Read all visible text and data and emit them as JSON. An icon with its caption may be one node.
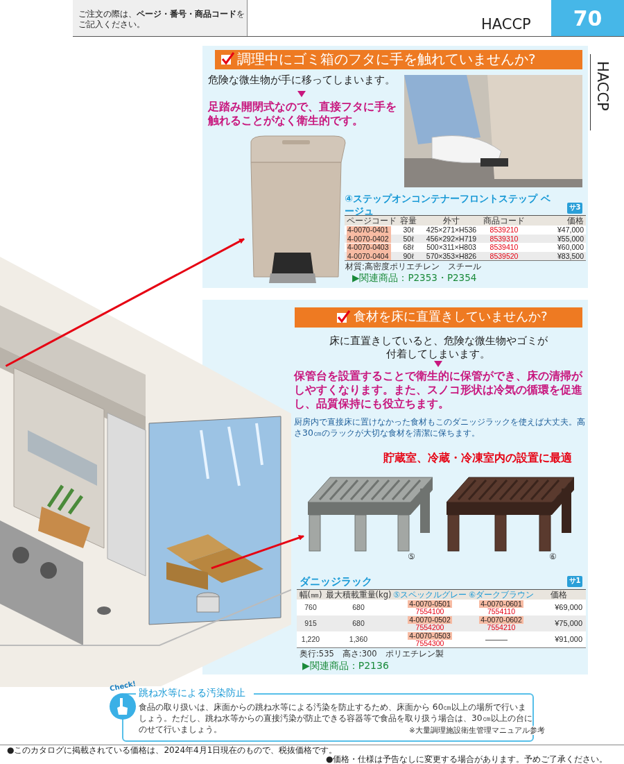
{
  "diagram": {
    "nodes": [
      {
        "text": [
          "調理中にゴミ箱のフタに手を触れていませんか?",
          "危険な微生物が手に移ってしまいます。",
          "足踏み開閉式なので、直接フタに手を触れることがなく衛生的です。"
        ]
      },
      {
        "text": [],
        "shape": "picture",
        "in": 0
      },
      {
        "text": [
          "食材を床に直置きしていませんか?",
          "床に直置きしていると、危険な微生物やゴミが付着してしまいます。",
          "保管台を設置することで衛生的に保管ができ、床の清掃がしやすくなります。また、スノコ形状は冷気の循環を促進し、品質保持にも役立ちます。",
          "厨房内で直接床に置けなかった食材もこのダニッジラックを使えば大丈夫。高さ30㎝のラックが大切な食材を清潔に保ちます。",
          "貯蔵室、冷蔵・冷凍室内の設置に最適"
        ]
      },
      {
        "text": [],
        "shape": "picture",
        "in": 2,
        "beside": [
          "⑤"
        ]
      },
      {
        "text": [],
        "shape": "picture",
        "in": 2,
        "beside": [
          "⑥"
        ]
      },
      {
        "text": [],
        "shape": "picture"
      }
    ],
    "edges": [
      {
        "from": 5,
        "to": 1,
        "arrow": "to"
      },
      {
        "from": 5,
        "to": 3,
        "arrow": "to"
      }
    ],
    "labels": [
      "ご注文の際は、**ページ・番号・商品コード**をご記入ください。",
      "HACCP",
      "70",
      "HACCP",
      "④ステップオンコンテナーフロントステップ ベージュ",
      "サ3",
      "ページコード",
      "容量",
      "外寸",
      "商品コード",
      "価格",
      "4-0070-0401",
      "30ℓ",
      "425×271×H536",
      "8539210",
      "¥47,000",
      "4-0070-0402",
      "50ℓ",
      "456×292×H719",
      "8539310",
      "¥55,000",
      "4-0070-0403",
      "68ℓ",
      "500×311×H803",
      "8539410",
      "¥60,000",
      "4-0070-0404",
      "90ℓ",
      "570×353×H826",
      "8539520",
      "¥83,500",
      "材質:高密度ポリエチレン　スチール",
      "▶関連商品：P2353・P2354",
      "ダニッジラック",
      "サ1",
      "幅(㎜)",
      "最大積載重量(kg)",
      "⑤スペックルグレー",
      "⑥ダークブラウン",
      "価格",
      "760",
      "680",
      "4-0070-0501",
      "7554100",
      "4-0070-0601",
      "7554110",
      "¥69,000",
      "915",
      "680",
      "4-0070-0502",
      "7554200",
      "4-0070-0602",
      "7554210",
      "¥75,000",
      "1,220",
      "1,360",
      "4-0070-0503",
      "7554300",
      "¥91,000",
      "奥行:535　高さ:300　ポリエチレン製",
      "▶関連商品：P2136",
      "Check!",
      "跳ね水等による汚染防止",
      "食品の取り扱いは、床面からの跳ね水等による汚染を防止するため、床面から 60㎝以上の場所で行いましょう。ただし、跳ね水等からの直接汚染が防止できる容器等で食品を取り扱う場合は、30㎝以上の台にのせて行いましょう。",
      "※大量調理施設衛生管理マニュアル参考",
      "●このカタログに掲載されている価格は、2024年4月1日現在のもので、税抜価格です。",
      "●価格・仕様は予告なしに変更する場合があります。予めご了承ください。"
    ]
  }
}
